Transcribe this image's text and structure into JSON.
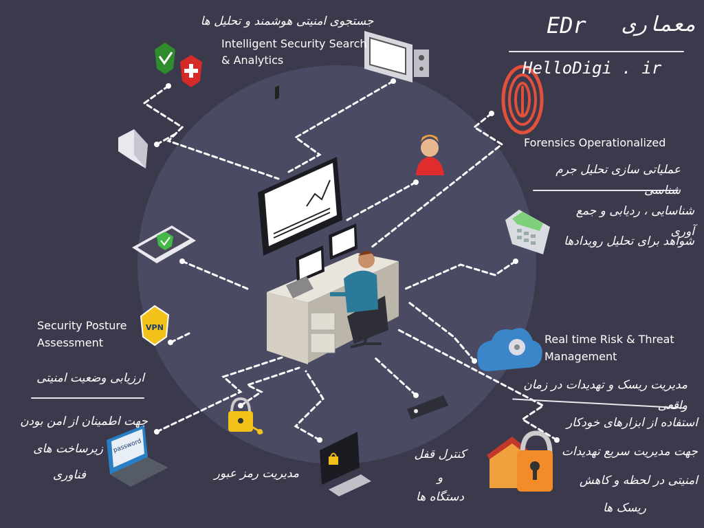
{
  "header": {
    "title_fa": "معماری",
    "title_en": "EDr",
    "site": "HelloDigi . ir"
  },
  "labels": {
    "search_en_line1": "Intelligent Security Search",
    "search_en_line2": "& Analytics",
    "search_fa": "جستجوی امنیتی هوشمند و تحلیل ها",
    "forensics_en": "Forensics Operationalized",
    "forensics_fa": "عملیاتی سازی تحلیل جرم شناسی",
    "forensics_desc_fa_line1": "شناسایی ، ردیابی و جمع آوری",
    "forensics_desc_fa_line2": "شواهد برای تحلیل رویدادها",
    "risk_en_line1": "Real time Risk & Threat",
    "risk_en_line2": "Management",
    "risk_fa": "مدیریت ریسک و تهدیدات در زمان واقعی",
    "risk_desc_fa_line1": "استفاده از ابزارهای خودکار",
    "risk_desc_fa_line2": "جهت مدیریت سریع تهدیدات",
    "risk_desc_fa_line3": "امنیتی در لحظه و کاهش",
    "risk_desc_fa_line4": "ریسک ها",
    "posture_en_line1": "Security Posture",
    "posture_en_line2": "Assessment",
    "posture_fa": "ارزیابی وضعیت امنیتی",
    "posture_desc_fa_line1": "جهت اطمینان از امن بودن",
    "posture_desc_fa_line2": "زیرساخت های",
    "posture_desc_fa_line3": "فناوری",
    "password_fa": "مدیریت رمز عبور",
    "lock_fa_line1": "کنترل قفل",
    "lock_fa_line2": "و",
    "lock_fa_line3": "دستگاه ها"
  },
  "icons": {
    "vpn_text": "VPN",
    "laptop_password_text": "password"
  },
  "colors": {
    "background": "#3a3a4c",
    "circle": "#4a4a63",
    "connector": "#ffffff",
    "accent_red": "#d83a2c",
    "accent_green": "#4caf3a",
    "accent_yellow": "#f2c21b",
    "accent_blue": "#3a86c8"
  }
}
